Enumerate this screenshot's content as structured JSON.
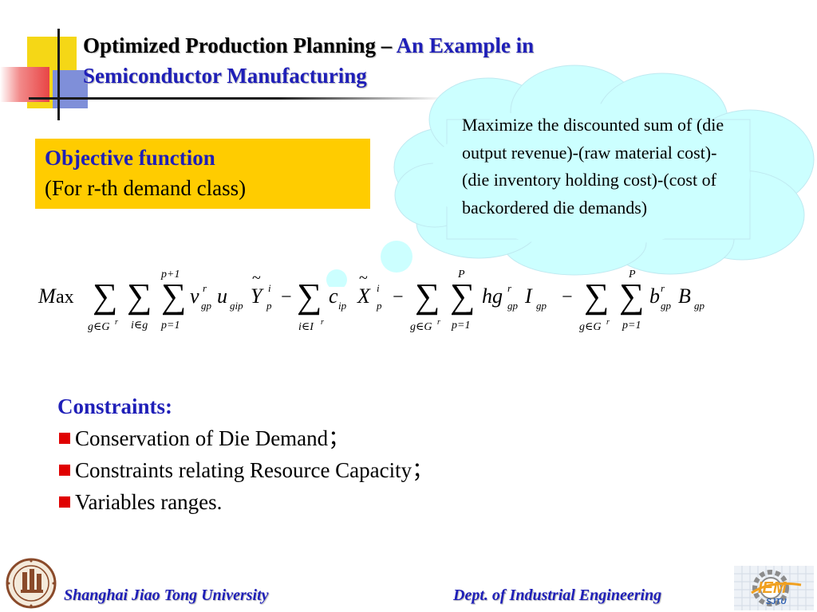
{
  "title": {
    "part1": "Optimized Production Planning – ",
    "part2": "An Example  in",
    "part3": "Semiconductor Manufacturing"
  },
  "cloud_text": " Maximize the discounted sum of (die output revenue)-(raw material cost)-(die inventory holding cost)-(cost of backordered die demands)",
  "objective": {
    "title": "Objective function",
    "subtitle": "(For r-th demand class)"
  },
  "constraints": {
    "title": "Constraints:",
    "items": [
      "Conservation of Die Demand；",
      "Constraints relating Resource Capacity；",
      "Variables ranges."
    ]
  },
  "footer": {
    "university": "Shanghai Jiao Tong University",
    "department": "Dept. of Industrial Engineering"
  },
  "formula": {
    "max": "M",
    "max_rest": "ax",
    "t1_sub1": "g∈G",
    "t1_sup1": "r",
    "t1_sub2": "i∈g",
    "t1_sup3": "p+1",
    "t1_sub3": "p=1",
    "t1_body": "v",
    "t1_body_sup": "r",
    "t1_body_sub": "gp",
    "t1_u": "u",
    "t1_u_sub": "gip",
    "t1_y": "Y",
    "t1_y_sup": "i",
    "t1_y_sub": "p",
    "minus": "−",
    "t2_sub": "i∈I",
    "t2_sup": "r",
    "t2_c": "c",
    "t2_c_sub": "ip",
    "t2_x": "X",
    "t2_x_sup": "i",
    "t2_x_sub": "p",
    "t3_sub1": "g∈G",
    "t3_sup1": "r",
    "t3_top": "P",
    "t3_sub2": "p=1",
    "t3_hg": "hg",
    "t3_hg_sup": "r",
    "t3_hg_sub": "gp",
    "t3_I": "I",
    "t3_I_sub": "gp",
    "t4_sub1": "g∈G",
    "t4_sup1": "r",
    "t4_top": "P",
    "t4_sub2": "p=1",
    "t4_b": "b",
    "t4_b_sup": "r",
    "t4_b_sub": "gp",
    "t4_B": "B",
    "t4_B_sub": "gp",
    "sigma": "∑",
    "tilde": "~"
  },
  "colors": {
    "accent_blue": "#1f1fb8",
    "box_yellow": "#ffcc00",
    "cloud_fill": "#ccffff",
    "bullet_red": "#e00000"
  },
  "logos": {
    "left": "sjtu-seal-logo",
    "right": "iem-sjtu-logo"
  }
}
